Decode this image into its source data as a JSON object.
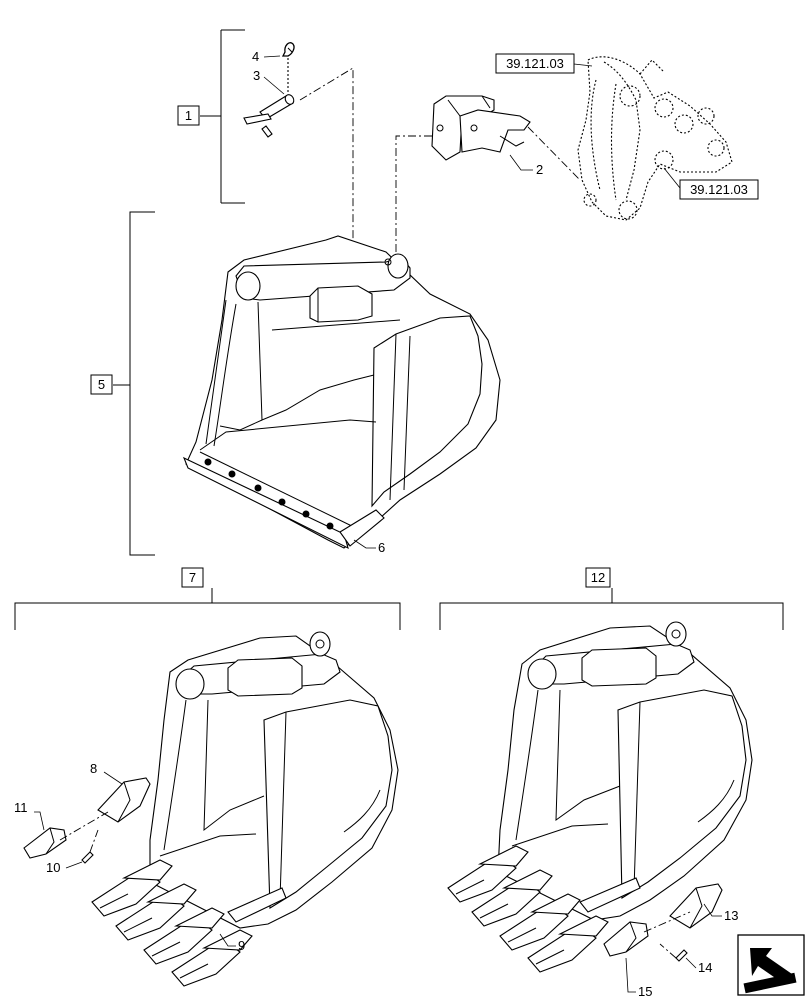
{
  "callouts": {
    "c1": "1",
    "c2": "2",
    "c3": "3",
    "c4": "4",
    "c5": "5",
    "c6": "6",
    "c7": "7",
    "c8": "8",
    "c9": "9",
    "c10": "10",
    "c11": "11",
    "c12": "12",
    "c13": "13",
    "c14": "14",
    "c15": "15"
  },
  "refs": {
    "ref_top": "39.121.03",
    "ref_bottom": "39.121.03"
  },
  "icons": {
    "nav": "next-page-arrow-icon",
    "arm": "bucket-linkage-icon"
  }
}
